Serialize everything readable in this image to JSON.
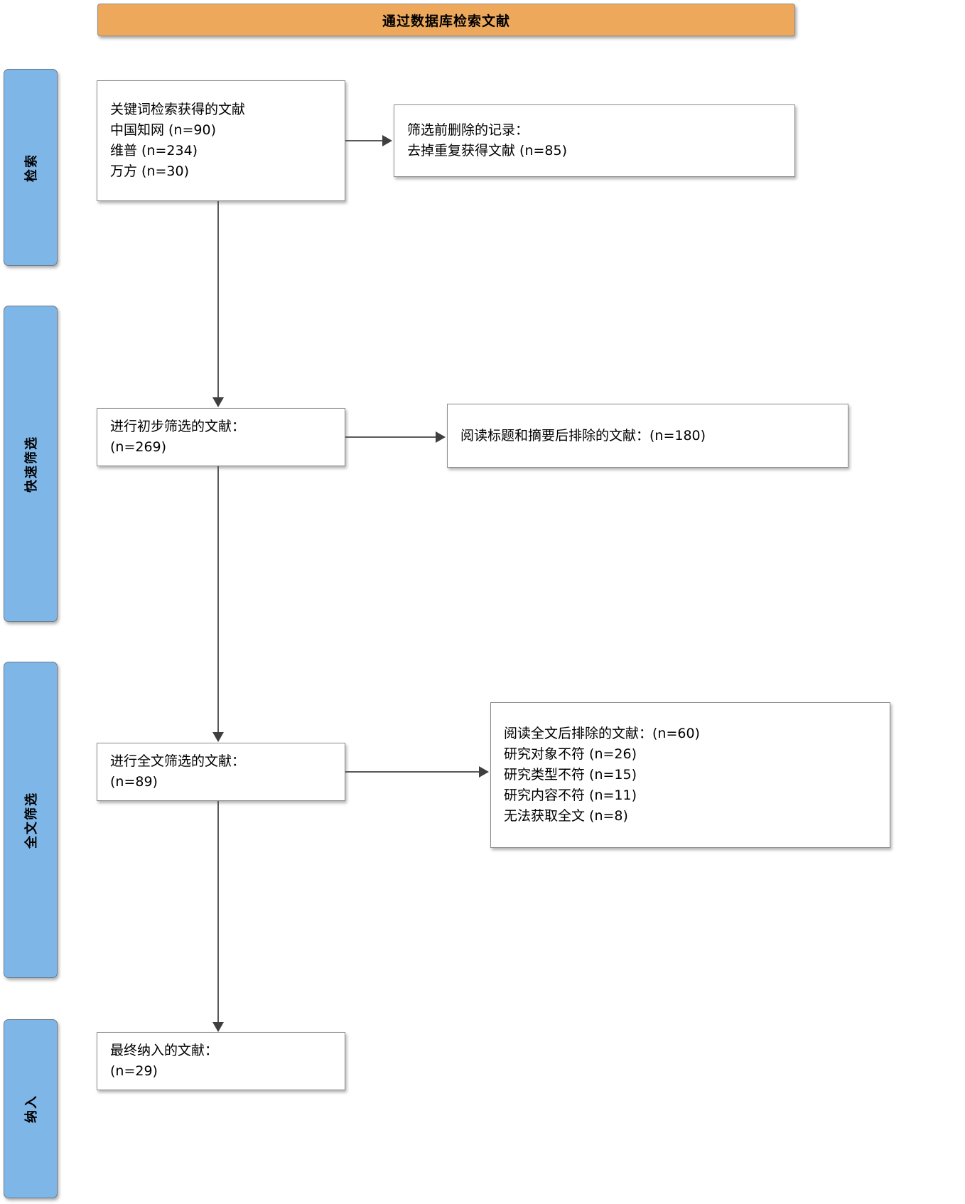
{
  "banner": {
    "title": "通过数据库检索文献"
  },
  "stages": [
    {
      "label": "检索"
    },
    {
      "label": "快速筛选"
    },
    {
      "label": "全文筛选"
    },
    {
      "label": "纳入"
    }
  ],
  "flow": {
    "identification_box": {
      "lines": [
        "关键词检索获得的文献",
        "中国知网 (n=90)",
        "维普 (n=234)",
        "万方 (n=30)"
      ]
    },
    "duplicates_box": {
      "lines": [
        "筛选前删除的记录：",
        "去掉重复获得文献 (n=85)"
      ]
    },
    "screening_box": {
      "lines": [
        "进行初步筛选的文献：",
        "(n=269)"
      ]
    },
    "title_abstract_excluded_box": {
      "lines": [
        "阅读标题和摘要后排除的文献：(n=180)"
      ]
    },
    "fulltext_box": {
      "lines": [
        "进行全文筛选的文献：",
        "(n=89)"
      ]
    },
    "fulltext_excluded_box": {
      "lines": [
        "阅读全文后排除的文献：(n=60)",
        "研究对象不符 (n=26)",
        "研究类型不符 (n=15)",
        "研究内容不符 (n=11)",
        "无法获取全文 (n=8)"
      ]
    },
    "included_box": {
      "lines": [
        "最终纳入的文献：",
        "(n=29)"
      ]
    }
  },
  "colors": {
    "banner_fill": "#eda85c",
    "stage_fill": "#7fb6e8",
    "box_fill": "#ffffff",
    "connector": "#595959"
  }
}
